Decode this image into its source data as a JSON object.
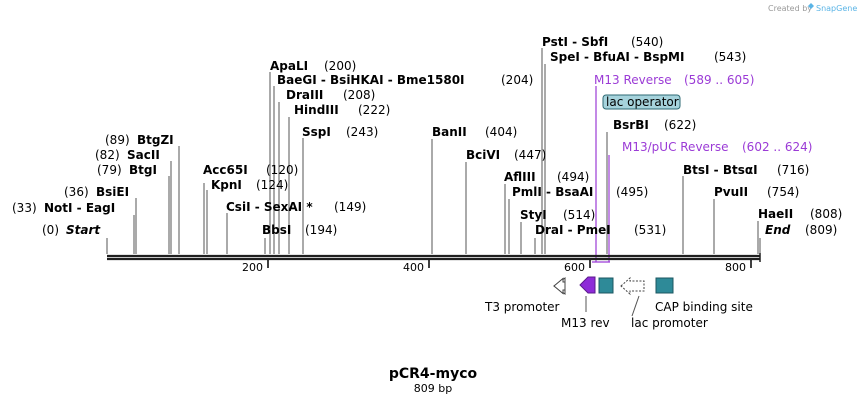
{
  "credit": {
    "text": "Created by",
    "brand": "SnapGene",
    "brand_color": "#5ab4e6"
  },
  "map": {
    "name": "pCR4-myco",
    "length_label": "809 bp",
    "length_bp": 809,
    "backbone_color": "#1f1f1f"
  },
  "scale_ticks": [
    "200",
    "400",
    "600",
    "800"
  ],
  "enzyme_sites": [
    {
      "pos": "(0)",
      "name": "Start",
      "style": "italic"
    },
    {
      "pos": "(33)",
      "name": "NotI  -  EagI"
    },
    {
      "pos": "(36)",
      "name": "BsiEI"
    },
    {
      "pos": "(79)",
      "name": "BtgI"
    },
    {
      "pos": "(82)",
      "name": "SacII"
    },
    {
      "pos": "(89)",
      "name": "BtgZI"
    },
    {
      "pos": "(120)",
      "name": "Acc65I"
    },
    {
      "pos": "(124)",
      "name": "KpnI"
    },
    {
      "pos": "(149)",
      "name": "CsiI  -  SexAI *"
    },
    {
      "pos": "(194)",
      "name": "BbsI"
    },
    {
      "pos": "(200)",
      "name": "ApaLI"
    },
    {
      "pos": "(204)",
      "name": "BaeGI  -  BsiHKAI  -  Bme1580I"
    },
    {
      "pos": "(208)",
      "name": "DraIII"
    },
    {
      "pos": "(222)",
      "name": "HindIII"
    },
    {
      "pos": "(243)",
      "name": "SspI"
    },
    {
      "pos": "(404)",
      "name": "BanII"
    },
    {
      "pos": "(447)",
      "name": "BciVI"
    },
    {
      "pos": "(494)",
      "name": "AflIII"
    },
    {
      "pos": "(495)",
      "name": "PmlI  -  BsaAI"
    },
    {
      "pos": "(514)",
      "name": "StyI"
    },
    {
      "pos": "(531)",
      "name": "DraI  -  PmeI"
    },
    {
      "pos": "(540)",
      "name": "PstI  -  SbfI"
    },
    {
      "pos": "(543)",
      "name": "SpeI  -  BfuAI  -  BspMI"
    },
    {
      "pos": "(622)",
      "name": "BsrBI"
    },
    {
      "pos": "(716)",
      "name": "BtsI  -  BtsαI"
    },
    {
      "pos": "(754)",
      "name": "PvuII"
    },
    {
      "pos": "(808)",
      "name": "HaeII"
    },
    {
      "pos": "(809)",
      "name": "End",
      "style": "italic"
    }
  ],
  "primers": [
    {
      "name": "M13 Reverse",
      "range": "(589 .. 605)",
      "color": "#9b3bd6"
    },
    {
      "name": "M13/pUC Reverse",
      "range": "(602 .. 624)",
      "color": "#9b3bd6"
    }
  ],
  "features": [
    {
      "name": "lac operator",
      "color": "#a6d3dc",
      "kind": "site-box"
    },
    {
      "name": "T3 promoter",
      "color": "#ffffff",
      "kind": "promoter"
    },
    {
      "name": "M13 rev",
      "color": "#8e2bd8",
      "kind": "primer-bind"
    },
    {
      "name": "lac promoter",
      "color": "#ffffff",
      "kind": "promoter"
    },
    {
      "name": "CAP binding site",
      "color": "#2e8a98",
      "kind": "protein-bind"
    }
  ]
}
